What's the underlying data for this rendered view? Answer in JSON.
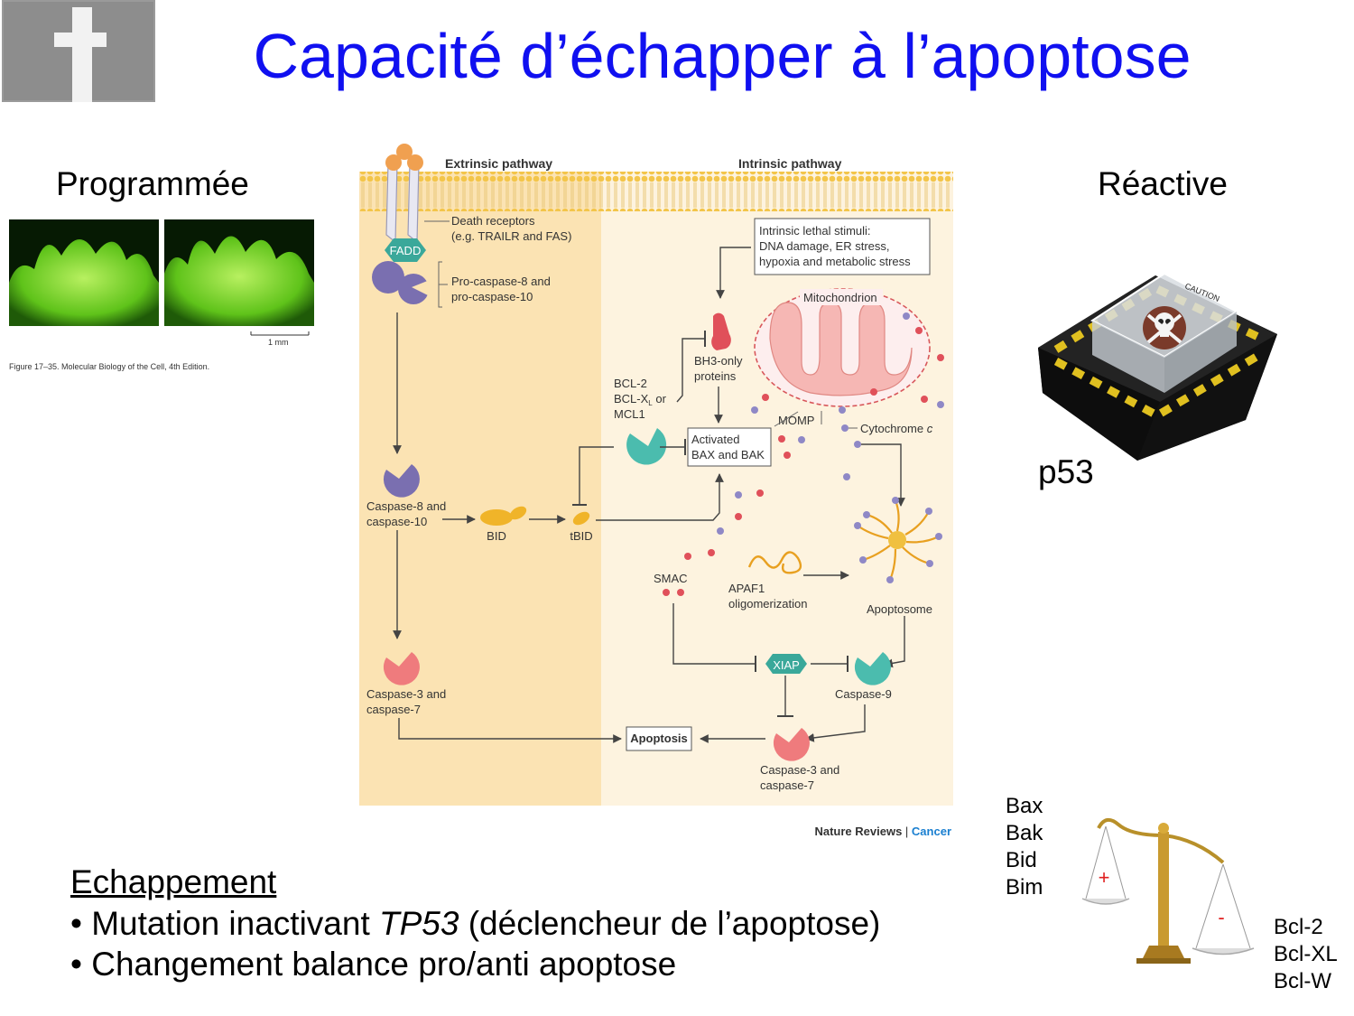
{
  "title": "Capacité d’échapper à l’apoptose",
  "left_label": "Programmée",
  "right_label": "Réactive",
  "embryo_figure": {
    "caption": "Figure 17–35. Molecular Biology of the Cell, 4th Edition.",
    "scale_label": "1 mm"
  },
  "p53_label": "p53",
  "box_sticker": "CAUTION",
  "diagram": {
    "extrinsic_title": "Extrinsic pathway",
    "intrinsic_title": "Intrinsic pathway",
    "death_receptors": [
      "Death receptors",
      "(e.g. TRAILR  and FAS)"
    ],
    "fadd": "FADD",
    "pro_caspase": [
      "Pro-caspase-8 and",
      "pro-caspase-10"
    ],
    "stimuli": [
      "Intrinsic lethal stimuli:",
      "DNA damage, ER stress,",
      "hypoxia and metabolic stress"
    ],
    "mitochondrion": "Mitochondrion",
    "bh3": [
      "BH3-only",
      "proteins"
    ],
    "bcl": [
      "BCL-2",
      "BCL-X",
      "L",
      " or",
      "MCL1"
    ],
    "bax_bak": [
      "Activated",
      "BAX and BAK"
    ],
    "momp": "MOMP",
    "cytochrome": "Cytochrome ",
    "cytochrome_italic": "c",
    "caspase8": [
      "Caspase-8 and",
      "caspase-10"
    ],
    "bid": "BID",
    "tbid": "tBID",
    "smac": "SMAC",
    "apaf1": [
      "APAF1",
      "oligomerization"
    ],
    "apoptosome": "Apoptosome",
    "xiap": "XIAP",
    "caspase9": "Caspase-9",
    "caspase3_left": [
      "Caspase-3 and",
      "caspase-7"
    ],
    "apoptosis": "Apoptosis",
    "caspase3_bottom": [
      "Caspase-3 and",
      "caspase-7"
    ],
    "credit_journal": "Nature Reviews",
    "credit_sep": " | ",
    "credit_section": "Cancer"
  },
  "balance": {
    "plus": "+",
    "minus": "-",
    "pro": [
      "Bax",
      "Bak",
      "Bid",
      "Bim"
    ],
    "anti": [
      "Bcl-2",
      "Bcl-XL",
      "Bcl-W"
    ]
  },
  "escape": {
    "heading": "Echappement",
    "bullet1_pre": "• Mutation inactivant ",
    "bullet1_italic": "TP53",
    "bullet1_post": " (déclencheur de l’apoptose)",
    "bullet2": "• Changement balance pro/anti apoptose"
  },
  "colors": {
    "title": "#1010f0",
    "extrinsic_bg": "#fbe3b3",
    "intrinsic_bg": "#fdf3df",
    "membrane": "#f6d36a",
    "fadd": "#3aa89a",
    "procaspase": "#7a6fb0",
    "bh3": "#e0505a",
    "bcl2": "#4bbcae",
    "bid": "#f0b429",
    "caspase3": "#ef7b7d",
    "mitochondrion": "#f6b7b4",
    "cancer_credit": "#1a7fd0"
  }
}
